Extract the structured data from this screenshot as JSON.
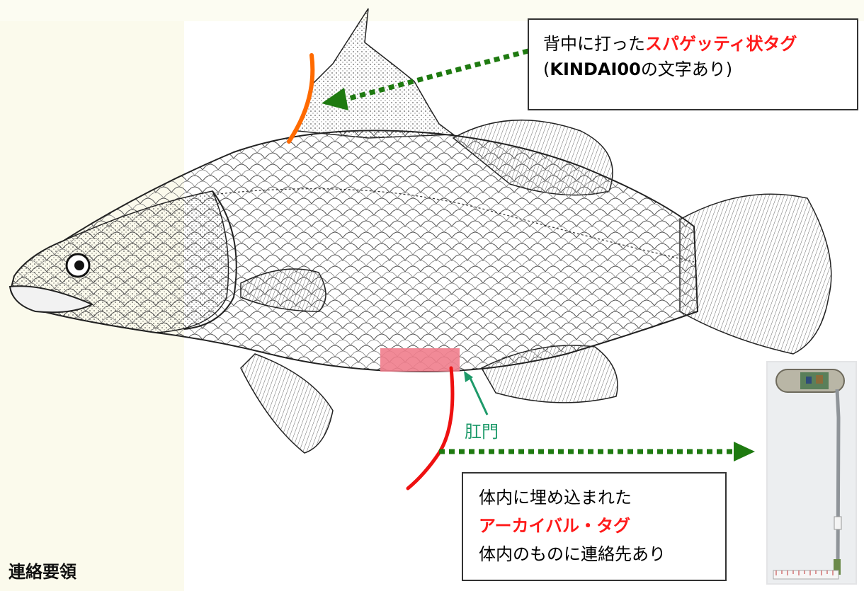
{
  "dorsal_tag_callout": {
    "line1_prefix": "背中に打った",
    "line1_highlight": "スパゲッティ状タグ",
    "line2_open": "(",
    "line2_bold": "KINDAI00",
    "line2_rest": "の文字あり)"
  },
  "anus_label": "肛門",
  "archival_tag_callout": {
    "line1": "体内に埋め込まれた",
    "line2_highlight": "アーカイバル・タグ",
    "line3": "体内のものに連絡先あり"
  },
  "contact_title": "連絡要領",
  "contact_cutoff_line": "",
  "colors": {
    "highlight_red": "#ff1a1a",
    "spaghetti_tag_orange": "#ff6a00",
    "archival_tag_red": "#ee1111",
    "arrow_green": "#1e7a10",
    "anus_green": "#1e9a6a",
    "pink_marker": "#f07d8c"
  },
  "icons": {
    "fish": "barramundi-line-drawing",
    "photo": "archival-tag-photo"
  }
}
